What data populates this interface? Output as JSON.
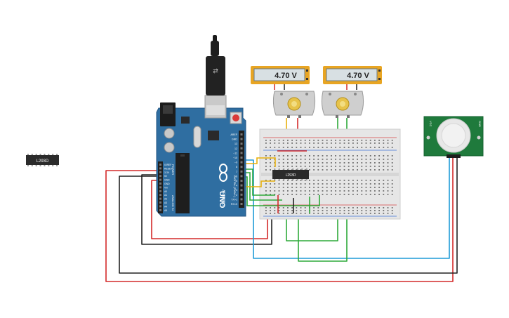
{
  "loose_chip": {
    "label": "L293D"
  },
  "breadboard_chip": {
    "label": "L293D"
  },
  "voltmeters": [
    {
      "reading": "4.70 V"
    },
    {
      "reading": "4.70 V"
    }
  ],
  "arduino": {
    "logo": "ARDUINO",
    "model": "UNO",
    "left_header_labels": [
      "IOREF",
      "RESET",
      "3.3V",
      "5V",
      "GND",
      "GND",
      "Vin",
      "A0",
      "A1",
      "A2",
      "A3",
      "A4",
      "A5"
    ],
    "right_header_labels": [
      "AREF",
      "GND",
      "13",
      "12",
      "~11",
      "~10",
      "~9",
      "8",
      "7",
      "~6",
      "~5",
      "4",
      "~3",
      "2",
      "TX>1",
      "RX<0"
    ],
    "power_label": "POWER",
    "analog_label": "ANALOG IN",
    "digital_label": "DIGITAL (PWM~)"
  },
  "pir_sensor": {
    "left_label": "VCC",
    "right_label": "GND"
  },
  "colors": {
    "wire_red": "#d42a2a",
    "wire_black": "#222222",
    "wire_blue": "#1e9bd7",
    "wire_green": "#2eaa3a",
    "wire_yellow": "#e8b10c",
    "arduino_blue": "#2f6ea1",
    "voltmeter_frame": "#e8a523"
  }
}
